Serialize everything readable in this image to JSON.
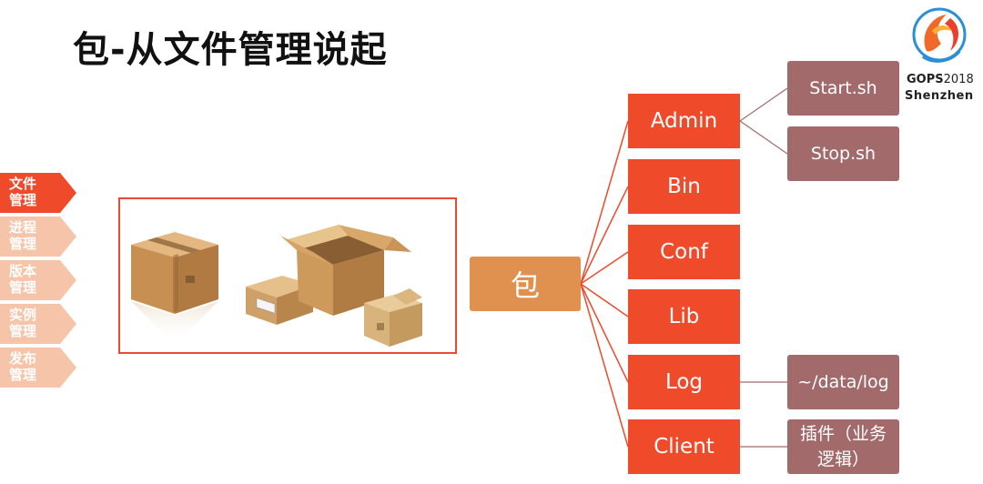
{
  "slide": {
    "title": "包-从文件管理说起"
  },
  "logo": {
    "brand": "GOPS",
    "year": "2018",
    "city": "Shenzhen"
  },
  "nav": {
    "items": [
      {
        "label": "文件\n管理",
        "active": true
      },
      {
        "label": "进程\n管理",
        "active": false
      },
      {
        "label": "版本\n管理",
        "active": false
      },
      {
        "label": "实例\n管理",
        "active": false
      },
      {
        "label": "发布\n管理",
        "active": false
      }
    ]
  },
  "tree": {
    "root": "包",
    "children": [
      "Admin",
      "Bin",
      "Conf",
      "Lib",
      "Log",
      "Client"
    ],
    "admin_leaves": [
      "Start.sh",
      "Stop.sh"
    ],
    "log_leaf": "~/data/log",
    "client_leaf": "插件（业务\n逻辑）"
  },
  "colors": {
    "accent": "#ef4a2a",
    "root": "#e0914f",
    "leaf": "#a36a6c",
    "nav_inactive": "#f6c4a9"
  }
}
